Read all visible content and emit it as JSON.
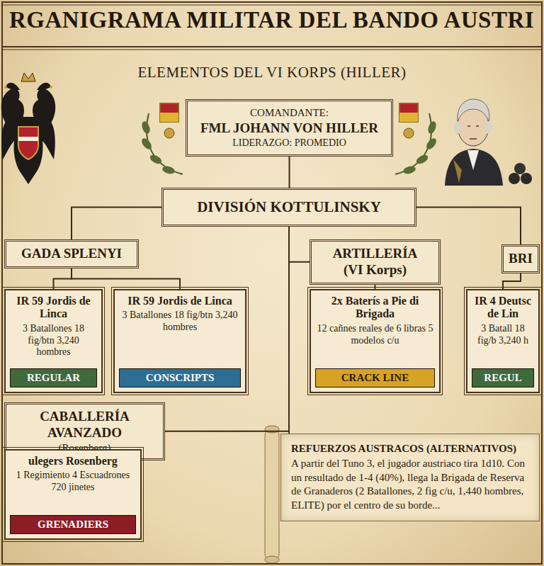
{
  "diagram": {
    "title": "RGANIGRAMA MILITAR DEL BANDO AUSTRI",
    "nodes": [
      {
        "text": [
          "COMANDANTE:",
          "FML JOHANN VON HILLER",
          "LIDERAZGO: PROMEDIO"
        ]
      },
      {
        "text": [
          "DIVISIÓN KOTTULINSKY"
        ]
      },
      {
        "text": [
          "GADA SPLENYI"
        ]
      },
      {
        "text": [
          "ARTILLERÍA",
          "(VI Korps)"
        ]
      },
      {
        "text": [
          "BRI"
        ]
      },
      {
        "text": [
          "IR 59 Jordis de Linca",
          "3 Batallones 18 fig/btn 3,240 hombres",
          "REGULAR"
        ]
      },
      {
        "text": [
          "IR 59 Jordis de Linca",
          "3 Batallones 18 fig/btn 3,240 hombres",
          "CONSCRIPTS"
        ]
      },
      {
        "text": [
          "2x Baterís a Pie di Brigada",
          "12 cañnes reales de 6 libras 5 modelos c/u",
          "CRACK LINE"
        ]
      },
      {
        "text": [
          "IR 4 Deutsc de Lin",
          "3 Batall 18 fig/b 3,240 h",
          "REGUL"
        ]
      },
      {
        "text": [
          "CABALLERÍA AVANZADO",
          "(Rosenberg)"
        ]
      },
      {
        "text": [
          "ulegers Rosenberg",
          "1 Regimiento 4 Escuadrones 720 jinetes",
          "GRENADIERS"
        ]
      },
      {
        "text": [
          "REFUERZOS AUSTRACOS (ALTERNATIVOS)",
          "A partir del Tuno 3, el jugador austriaco tira 1d10. Con un resultado de 1-4 (40%), llega la Brigada de Reserva de Granaderos (2 Batallones, 2 fig c/u, 1,440 hombres, ELITE) por el centro de su borde..."
        ]
      }
    ],
    "edges": [
      {
        "from": 0,
        "to": 1,
        "arrow": "none"
      },
      {
        "from": 1,
        "to": 2,
        "arrow": "none"
      },
      {
        "from": 1,
        "to": 3,
        "arrow": "none"
      },
      {
        "from": 1,
        "to": 4,
        "arrow": "none"
      },
      {
        "from": 1,
        "to": 9,
        "arrow": "none"
      },
      {
        "from": 1,
        "to": 11,
        "arrow": "none"
      },
      {
        "from": 2,
        "to": 5,
        "arrow": "none"
      },
      {
        "from": 2,
        "to": 6,
        "arrow": "none"
      },
      {
        "from": 3,
        "to": 7,
        "arrow": "none"
      },
      {
        "from": 4,
        "to": 8,
        "arrow": "none"
      },
      {
        "from": 9,
        "to": 10,
        "arrow": "none"
      }
    ],
    "labels": [
      "ELEMENTOS DEL VI KORPS (HILLER)"
    ]
  }
}
